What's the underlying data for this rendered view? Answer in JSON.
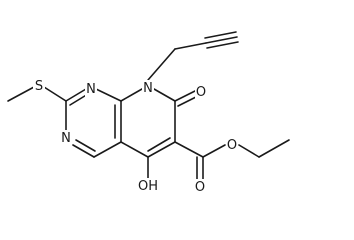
{
  "molecule": {
    "atoms": {
      "S": "S",
      "N_top": "N",
      "N_left": "N",
      "N_ring": "N",
      "O_keto": "O",
      "OH": "OH",
      "O_ester_carbonyl": "O",
      "O_ester": "O"
    }
  }
}
